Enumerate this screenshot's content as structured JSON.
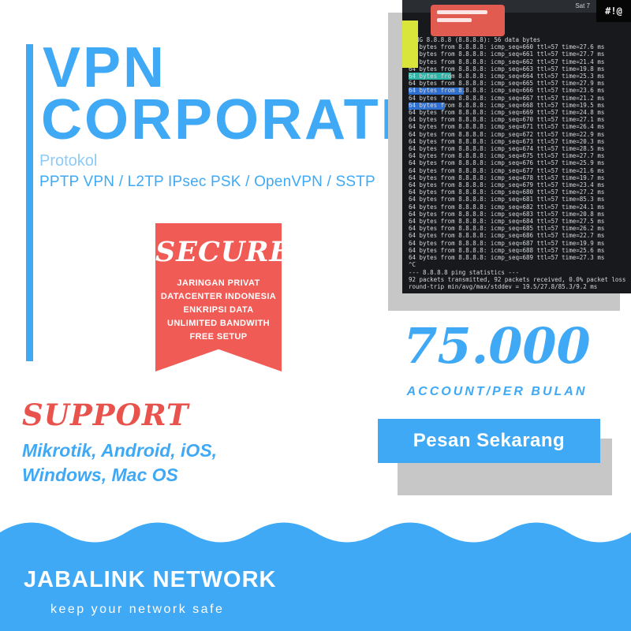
{
  "colors": {
    "blue": "#3FA9F5",
    "light_blue": "#8CCBF8",
    "red": "#F15B55",
    "shadow_gray": "#C7C7C7",
    "terminal_bg": "#17191D"
  },
  "hero": {
    "title_line1": "VPN",
    "title_line2": "CORPORATE",
    "protocol_label": "Protokol",
    "protocols": "PPTP VPN / L2TP IPsec PSK / OpenVPN / SSTP"
  },
  "badge": {
    "title": "SECURE",
    "features": [
      "JARINGAN PRIVAT",
      "DATACENTER  INDONESIA",
      "ENKRIPSI DATA",
      "UNLIMITED BANDWITH",
      "FREE SETUP"
    ]
  },
  "support": {
    "title": "SUPPORT",
    "line1": "Mikrotik, Android, iOS,",
    "line2": "Windows, Mac OS"
  },
  "terminal": {
    "menubar_right": "Sat 7",
    "corner_label": "#!@",
    "output": "PING 8.8.8.8 (8.8.8.8): 56 data bytes\n64 bytes from 8.8.8.8: icmp_seq=660 ttl=57 time=27.6 ms\n64 bytes from 8.8.8.8: icmp_seq=661 ttl=57 time=27.7 ms\n64 bytes from 8.8.8.8: icmp_seq=662 ttl=57 time=21.4 ms\n64 bytes from 8.8.8.8: icmp_seq=663 ttl=57 time=19.8 ms\n64 bytes from 8.8.8.8: icmp_seq=664 ttl=57 time=25.3 ms\n64 bytes from 8.8.8.8: icmp_seq=665 ttl=57 time=27.9 ms\n64 bytes from 8.8.8.8: icmp_seq=666 ttl=57 time=23.6 ms\n64 bytes from 8.8.8.8: icmp_seq=667 ttl=57 time=21.2 ms\n64 bytes from 8.8.8.8: icmp_seq=668 ttl=57 time=19.5 ms\n64 bytes from 8.8.8.8: icmp_seq=669 ttl=57 time=24.8 ms\n64 bytes from 8.8.8.8: icmp_seq=670 ttl=57 time=27.1 ms\n64 bytes from 8.8.8.8: icmp_seq=671 ttl=57 time=26.4 ms\n64 bytes from 8.8.8.8: icmp_seq=672 ttl=57 time=22.9 ms\n64 bytes from 8.8.8.8: icmp_seq=673 ttl=57 time=20.3 ms\n64 bytes from 8.8.8.8: icmp_seq=674 ttl=57 time=28.5 ms\n64 bytes from 8.8.8.8: icmp_seq=675 ttl=57 time=27.7 ms\n64 bytes from 8.8.8.8: icmp_seq=676 ttl=57 time=25.9 ms\n64 bytes from 8.8.8.8: icmp_seq=677 ttl=57 time=21.6 ms\n64 bytes from 8.8.8.8: icmp_seq=678 ttl=57 time=19.7 ms\n64 bytes from 8.8.8.8: icmp_seq=679 ttl=57 time=23.4 ms\n64 bytes from 8.8.8.8: icmp_seq=680 ttl=57 time=27.2 ms\n64 bytes from 8.8.8.8: icmp_seq=681 ttl=57 time=85.3 ms\n64 bytes from 8.8.8.8: icmp_seq=682 ttl=57 time=24.1 ms\n64 bytes from 8.8.8.8: icmp_seq=683 ttl=57 time=20.8 ms\n64 bytes from 8.8.8.8: icmp_seq=684 ttl=57 time=27.5 ms\n64 bytes from 8.8.8.8: icmp_seq=685 ttl=57 time=26.2 ms\n64 bytes from 8.8.8.8: icmp_seq=686 ttl=57 time=22.7 ms\n64 bytes from 8.8.8.8: icmp_seq=687 ttl=57 time=19.9 ms\n64 bytes from 8.8.8.8: icmp_seq=688 ttl=57 time=25.6 ms\n64 bytes from 8.8.8.8: icmp_seq=689 ttl=57 time=27.3 ms\n^C\n--- 8.8.8.8 ping statistics ---\n92 packets transmitted, 92 packets received, 0.0% packet loss\nround-trip min/avg/max/stddev = 19.5/27.8/85.3/9.2 ms"
  },
  "pricing": {
    "amount": "75.000",
    "per": "ACCOUNT/PER BULAN",
    "cta_label": "Pesan Sekarang"
  },
  "footer": {
    "brand": "JABALINK NETWORK",
    "tagline": "keep your network safe"
  }
}
